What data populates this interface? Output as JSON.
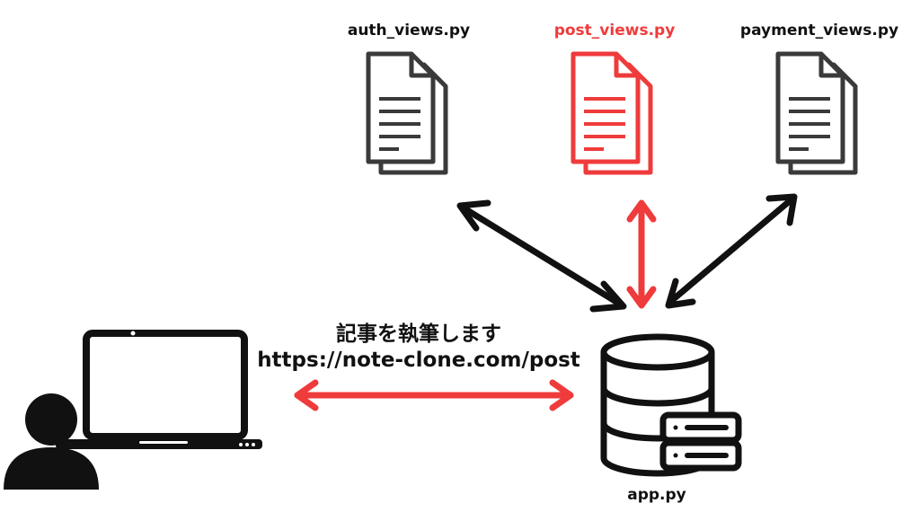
{
  "files": {
    "auth": "auth_views.py",
    "post": "post_views.py",
    "payment": "payment_views.py"
  },
  "app": "app.py",
  "request": {
    "action": "記事を執筆します",
    "url": "https://note-clone.com/post"
  },
  "colors": {
    "ink": "#111111",
    "highlight": "#ef3b3b"
  },
  "icons": {
    "user": "user-icon",
    "laptop": "laptop-icon",
    "server": "database-server-icon",
    "document": "document-icon"
  }
}
